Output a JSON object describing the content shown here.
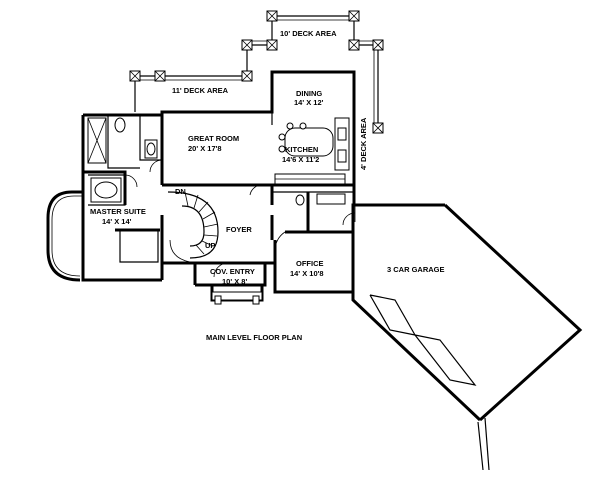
{
  "plan": {
    "title": "MAIN LEVEL FLOOR PLAN",
    "rooms": {
      "deck_top": "10' DECK AREA",
      "deck_left": "11' DECK AREA",
      "deck_right": "4' DECK AREA",
      "dining": "DINING",
      "dining_size": "14' X 12'",
      "great_room": "GREAT ROOM",
      "great_room_size": "20' X 17'8",
      "kitchen": "KITCHEN",
      "kitchen_size": "14'6 X 11'2",
      "master_suite": "MASTER SUITE",
      "master_suite_size": "14' X 14'",
      "foyer": "FOYER",
      "office": "OFFICE",
      "office_size": "14' X 10'8",
      "cov_entry": "COV. ENTRY",
      "cov_entry_size": "10' X 8'",
      "garage": "3 CAR GARAGE",
      "stairs_down": "DN",
      "stairs_up": "UP"
    }
  }
}
